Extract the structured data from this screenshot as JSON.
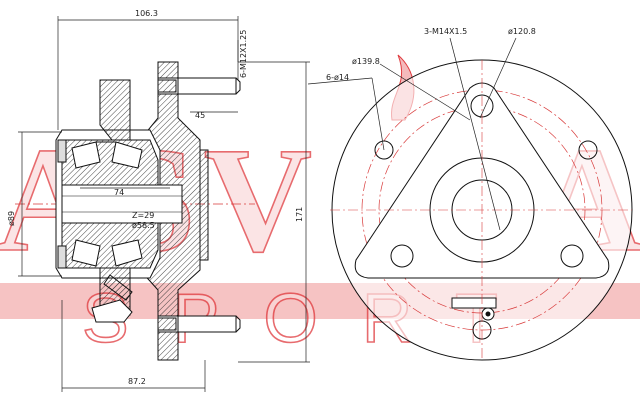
{
  "watermark": {
    "brand_left": "ASV",
    "brand_right": "A",
    "sub": "SPORT",
    "color": "#e03a3e",
    "band_color": "#f4b8b8"
  },
  "left_view": {
    "dim_width_top": "106.3",
    "dim_stud": "6-M12X1.25",
    "dim_flange": "45",
    "dim_bore": "74",
    "dim_diameter_left": "ø89",
    "dim_height_right": "171",
    "dim_teeth": "Z=29",
    "dim_abs": "ø58.5",
    "dim_width_bottom": "87.2"
  },
  "right_view": {
    "dim_holes_label": "6-ø14",
    "dim_pcd": "ø139.8",
    "dim_threads": "3-M14X1.5",
    "dim_bolt_circle": "ø120.8"
  },
  "colors": {
    "line": "#111111",
    "centerline": "#d83a3a",
    "hatch": "#333333"
  }
}
